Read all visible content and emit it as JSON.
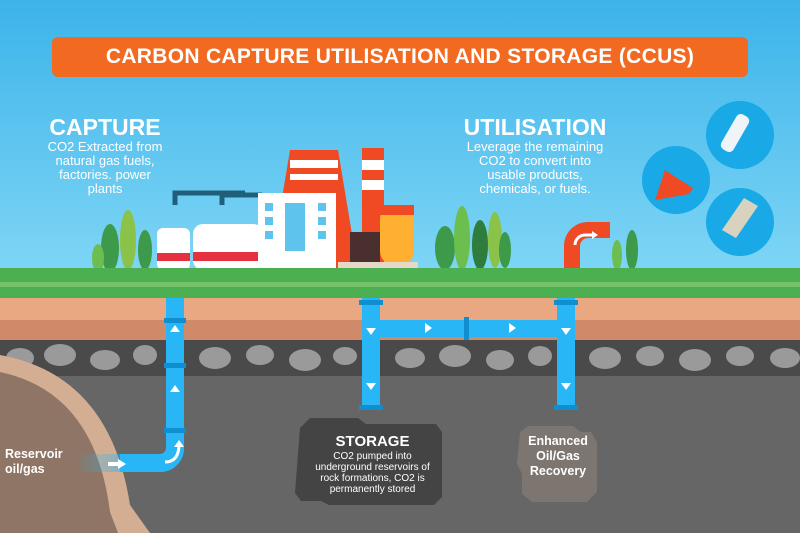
{
  "title": "CARBON CAPTURE UTILISATION AND STORAGE (CCUS)",
  "capture": {
    "heading": "CAPTURE",
    "text": "CO2 Extracted from natural gas fuels, factories. power plants"
  },
  "utilisation": {
    "heading": "UTILISATION",
    "text": "Leverage the remaining CO2 to convert into usable products, chemicals, or fuels."
  },
  "storage": {
    "heading": "STORAGE",
    "text": "CO2 pumped into underground reservoirs of rock formations, CO2 is permanently stored"
  },
  "recovery": {
    "label": "Enhanced Oil/Gas Recovery"
  },
  "reservoir": {
    "label": "Reservoir oil/gas"
  },
  "colors": {
    "title_bg": "#f26a21",
    "pipe": "#29b6f6",
    "sky": "#4cbfee",
    "grass": "#4caf50"
  }
}
